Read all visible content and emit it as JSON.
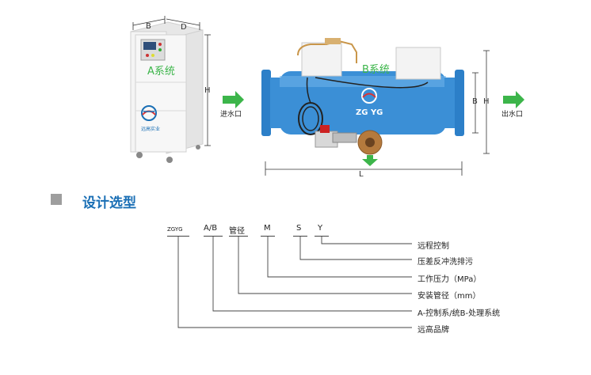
{
  "figure": {
    "system_a_label": "A系统",
    "system_b_label": "B系统",
    "brand_text": "ZG YG",
    "logo_caption": "远高实业",
    "dim_b": "B",
    "dim_d": "D",
    "dim_h_left": "H",
    "dim_b_right": "B",
    "dim_h_right": "H",
    "dim_l": "L",
    "inlet_label": "进水口",
    "outlet_label": "出水口"
  },
  "section": {
    "title": "设计选型"
  },
  "model_code": {
    "items": [
      {
        "code": "ZGYG",
        "desc": "远高品牌"
      },
      {
        "code": "A/B",
        "desc": "A-控制系/统B-处理系统"
      },
      {
        "code": "管径",
        "desc": "安装管径（mm）"
      },
      {
        "code": "M",
        "desc": "工作压力（MPa）"
      },
      {
        "code": "S",
        "desc": "压差反冲洗排污"
      },
      {
        "code": "Y",
        "desc": "远程控制"
      }
    ]
  },
  "colors": {
    "accent_blue": "#1a6fb5",
    "pipe_blue": "#3b8fd6",
    "arrow_green": "#3cb54a",
    "cabinet_white": "#f1f1f1"
  }
}
